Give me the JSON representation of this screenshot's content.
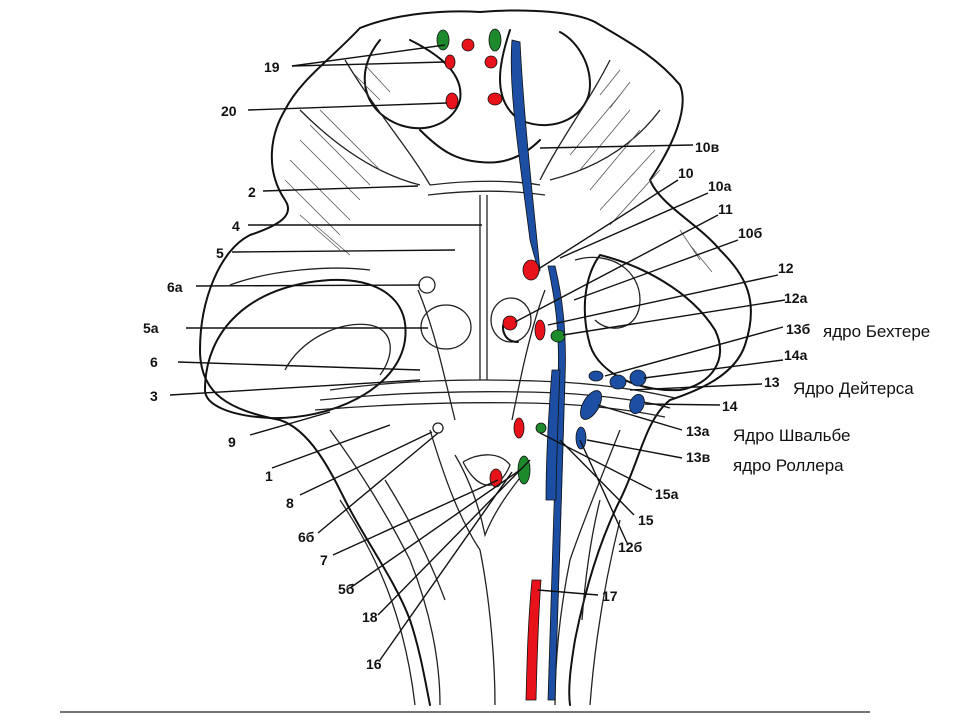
{
  "labels": {
    "l19": "19",
    "l20": "20",
    "l10v": "10в",
    "l10": "10",
    "l10a": "10а",
    "l11": "11",
    "l10b": "10б",
    "l2": "2",
    "l4": "4",
    "l5": "5",
    "l6a": "6а",
    "l12": "12",
    "l12a": "12а",
    "l5a": "5а",
    "l13b": "13б",
    "l6": "6",
    "l14a": "14а",
    "l3": "3",
    "l13": "13",
    "l14": "14",
    "l9": "9",
    "l13a": "13а",
    "l1": "1",
    "l13v": "13в",
    "l8": "8",
    "l15a": "15а",
    "l6b": "6б",
    "l15": "15",
    "l7": "7",
    "l12b": "12б",
    "l5b": "5б",
    "l17": "17",
    "l18": "18",
    "l16": "16"
  },
  "nuclei_names": {
    "bekhterev": "ядро Бехтере",
    "deiters": "Ядро Дейтерса",
    "schwalbe": "Ядро Швальбе",
    "roller": "ядро Роллера"
  },
  "colors": {
    "red": "#e8121a",
    "green": "#1d8a2c",
    "blue": "#1c4fa3"
  }
}
